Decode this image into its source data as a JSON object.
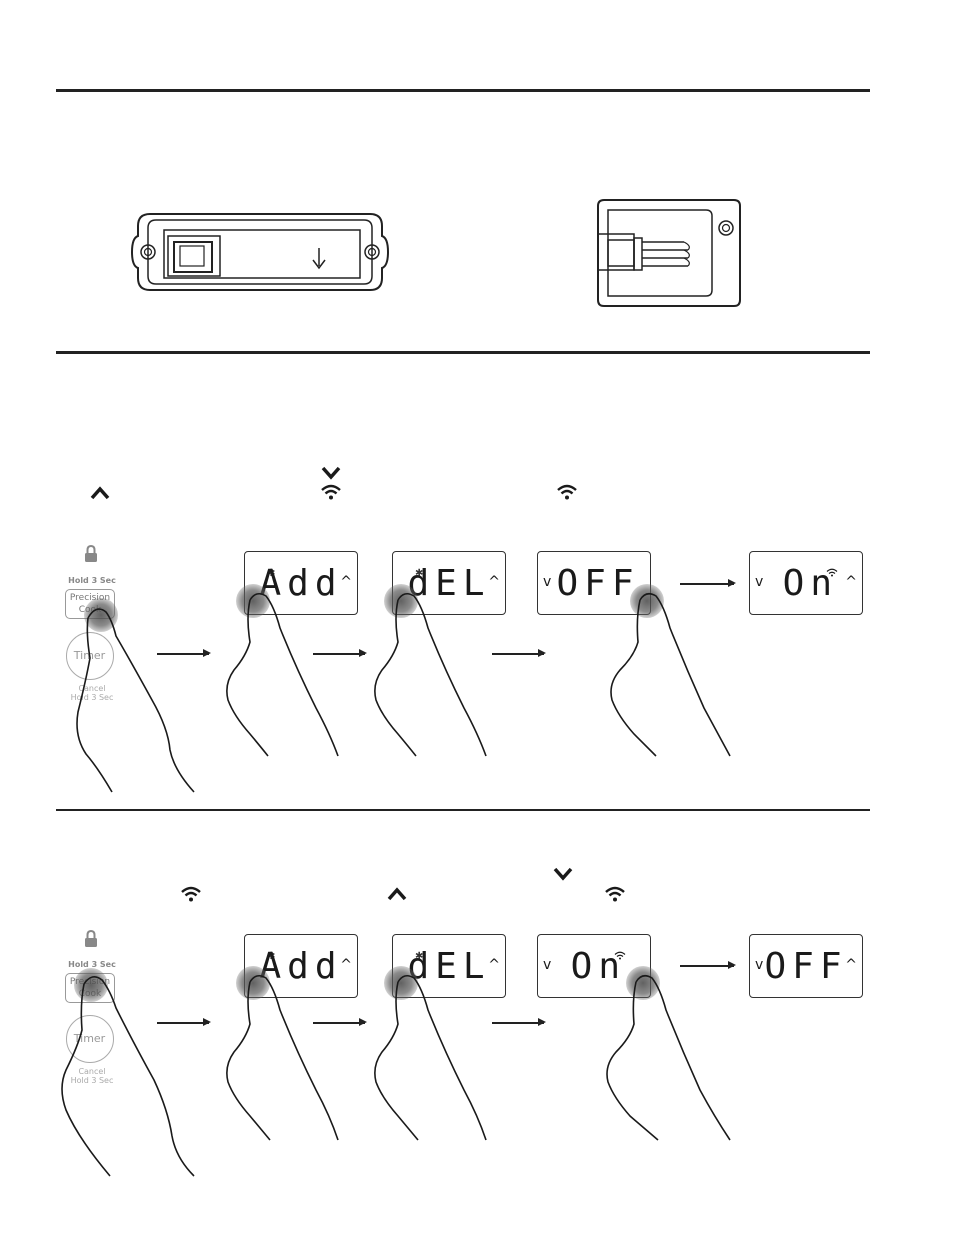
{
  "colors": {
    "ink": "#1a1a1a",
    "panel_gray": "#888888",
    "touch": "#555555"
  },
  "panel": {
    "hold_label": "Hold 3 Sec",
    "button1_line1": "Precision",
    "button1_line2": "Cook",
    "button2_label": "Timer",
    "cancel_line1": "Cancel",
    "cancel_line2": "Hold 3 Sec"
  },
  "icons": {
    "lock": "lock-icon",
    "up": "chevron-up-icon",
    "down": "chevron-down-icon",
    "wifi": "wifi-icon",
    "bluetooth": "bluetooth-icon"
  },
  "lcd": {
    "up_chevron": "^",
    "down_chevron": "v",
    "bt_symbol": "✱"
  },
  "section1": {
    "screens": [
      "Add",
      "dEL",
      "OFF",
      "On"
    ]
  },
  "section2": {
    "screens": [
      "Add",
      "dEL",
      "On",
      "OFF"
    ]
  }
}
